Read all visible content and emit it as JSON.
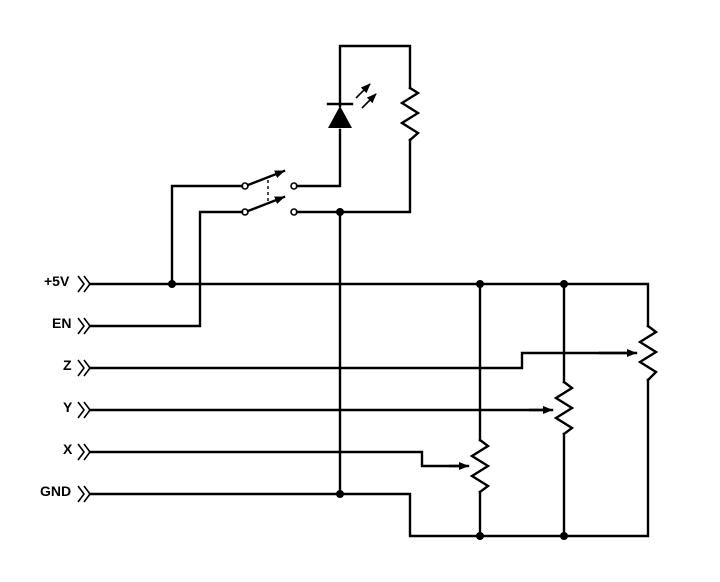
{
  "schematic": {
    "connectors": [
      {
        "id": "5v",
        "label": "+5V"
      },
      {
        "id": "en",
        "label": "EN"
      },
      {
        "id": "z",
        "label": "Z"
      },
      {
        "id": "y",
        "label": "Y"
      },
      {
        "id": "x",
        "label": "X"
      },
      {
        "id": "gnd",
        "label": "GND"
      }
    ],
    "components": {
      "led": "led-icon",
      "led_resistor": "resistor-icon",
      "switch": "dpst-switch-icon",
      "potentiometers": [
        "potentiometer-x-icon",
        "potentiometer-y-icon",
        "potentiometer-z-icon"
      ]
    },
    "colors": {
      "line": "#000000",
      "background": "#ffffff"
    }
  }
}
